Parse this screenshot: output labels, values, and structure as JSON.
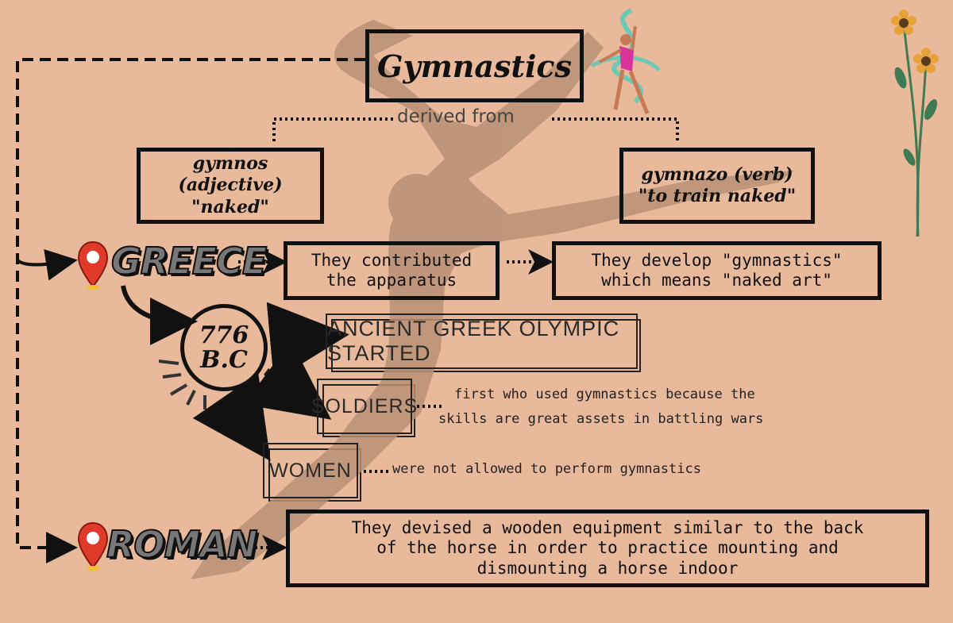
{
  "title": "Gymnastics",
  "derived_label": "derived from",
  "gymnos": {
    "line1": "gymnos (adjective)",
    "line2": "\"naked\""
  },
  "gymnazo": {
    "line1": "gymnazo (verb)",
    "line2": "\"to train naked\""
  },
  "greece": {
    "label": "GREECE",
    "box1": {
      "line1": "They contributed",
      "line2": "the apparatus"
    },
    "box2": {
      "line1": "They develop \"gymnastics\"",
      "line2": "which means \"naked art\""
    }
  },
  "year": {
    "line1": "776",
    "line2": "B.C"
  },
  "olympic": "ANCIENT GREEK OLYMPIC STARTED",
  "soldiers": {
    "label": "SOLDIERS",
    "note_line1": "first who used gymnastics because the",
    "note_line2": "skills are great assets in battling wars"
  },
  "women": {
    "label": "WOMEN",
    "note": "were not allowed to perform gymnastics"
  },
  "roman": {
    "label": "ROMAN",
    "box": {
      "line1": "They devised a wooden equipment similar to the back",
      "line2": "of the horse in order to practice mounting and",
      "line3": "dismounting a horse indoor"
    }
  },
  "colors": {
    "background": "#e8b99a",
    "silhouette": "#b89076",
    "pin": "#e03a2a",
    "flower": "#e8a23a",
    "stem": "#3e7a52"
  },
  "icons": [
    "location-pin-icon",
    "gymnast-ribbon-illustration",
    "sunflower-illustration",
    "gymnast-silhouette"
  ]
}
